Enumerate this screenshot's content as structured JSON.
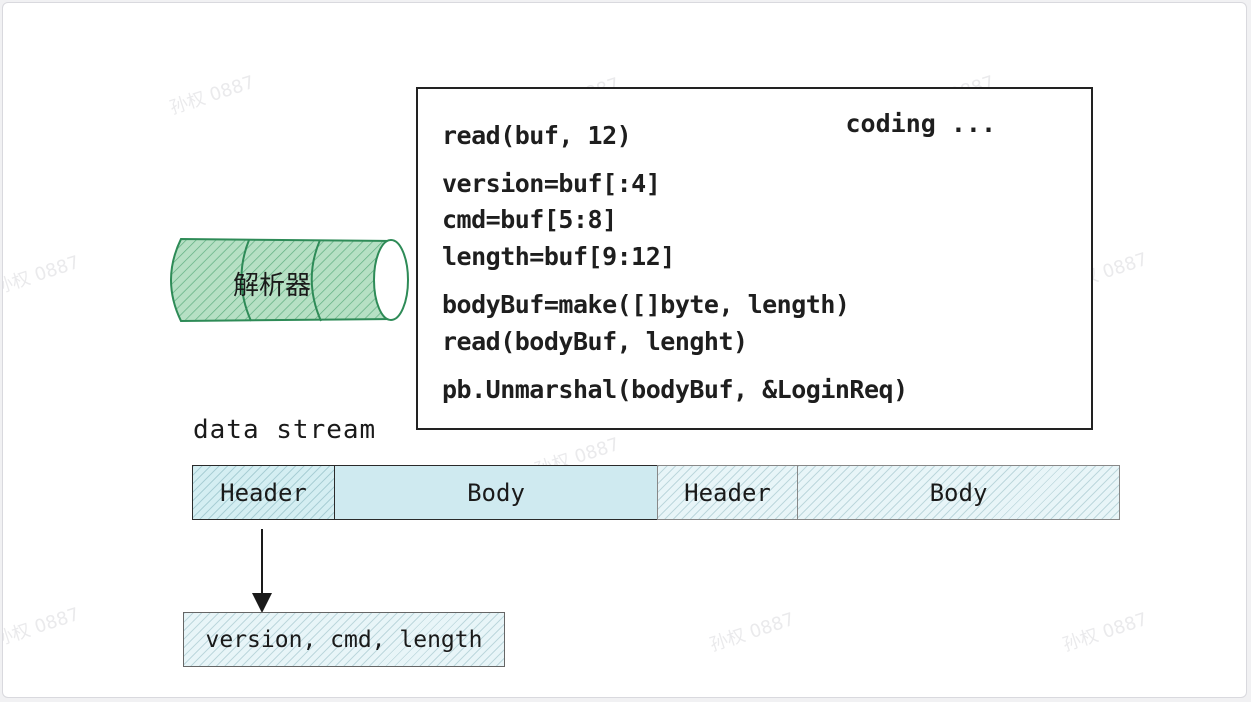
{
  "watermark": "孙权 0887",
  "parser": {
    "label": "解析器",
    "color": "#2e8b57",
    "fill": "#a8d8b8"
  },
  "code": {
    "status": "coding ...",
    "lines": [
      "read(buf, 12)",
      "version=buf[:4]",
      "cmd=buf[5:8]",
      "length=buf[9:12]",
      "bodyBuf=make([]byte, length)",
      "read(bodyBuf, lenght)",
      "pb.Unmarshal(bodyBuf, &LoginReq)"
    ]
  },
  "stream": {
    "label": "data stream",
    "segments": [
      "Header",
      "Body",
      "Header",
      "Body"
    ]
  },
  "fields": {
    "label": "version, cmd, length"
  },
  "colors": {
    "segment_fill": "#cfeaf0",
    "segment_light": "#e8f5f8",
    "border": "#222222"
  }
}
